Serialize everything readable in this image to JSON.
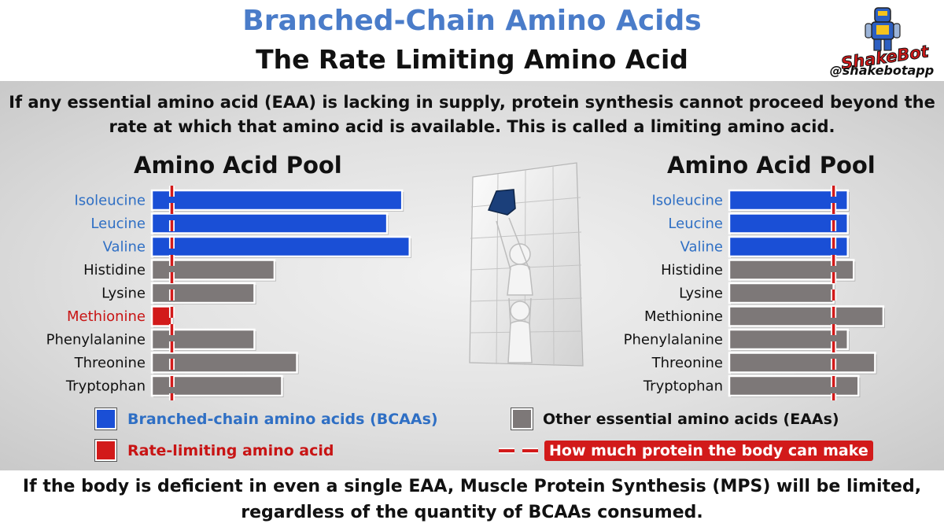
{
  "header": {
    "title": "Branched-Chain Amino Acids",
    "subtitle": "The Rate Limiting Amino Acid",
    "logo_text": "ShakeBot",
    "handle": "@shakebotapp"
  },
  "intro": "If any essential amino acid (EAA) is lacking in supply, protein synthesis cannot proceed beyond the rate at which that amino acid is available. This is called a limiting amino acid.",
  "conclusion": "If the body is deficient in even a single EAA, Muscle Protein Synthesis (MPS) will be limited, regardless of the quantity of BCAAs consumed.",
  "legend": {
    "bcaa": "Branched-chain amino acids (BCAAs)",
    "other": "Other essential amino acids (EAAs)",
    "limiting": "Rate-limiting amino acid",
    "line": "How much protein the body can make"
  },
  "colors": {
    "bcaa": "#1a4fd6",
    "other": "#7d7878",
    "limiting": "#d21a1a",
    "bcaa_label": "#2f6fc4",
    "limiting_label": "#c81414",
    "title": "#4a7cc9"
  },
  "chart_data": [
    {
      "type": "bar",
      "title": "Amino Acid Pool",
      "orientation": "horizontal",
      "categories": [
        "Isoleucine",
        "Leucine",
        "Valine",
        "Histidine",
        "Lysine",
        "Methionine",
        "Phenylalanine",
        "Threonine",
        "Tryptophan"
      ],
      "groups": [
        "bcaa",
        "bcaa",
        "bcaa",
        "other",
        "other",
        "limiting",
        "other",
        "other",
        "other"
      ],
      "values": [
        100,
        94,
        103,
        49,
        41,
        8,
        41,
        58,
        52
      ],
      "limit_line": 8,
      "xlim": [
        0,
        110
      ]
    },
    {
      "type": "bar",
      "title": "Amino Acid Pool",
      "orientation": "horizontal",
      "categories": [
        "Isoleucine",
        "Leucine",
        "Valine",
        "Histidine",
        "Lysine",
        "Methionine",
        "Phenylalanine",
        "Threonine",
        "Tryptophan"
      ],
      "groups": [
        "bcaa",
        "bcaa",
        "bcaa",
        "other",
        "other",
        "other",
        "other",
        "other",
        "other"
      ],
      "values": [
        100,
        100,
        100,
        105,
        88,
        130,
        100,
        123,
        109
      ],
      "limit_line": 88,
      "xlim": [
        0,
        140
      ]
    }
  ]
}
